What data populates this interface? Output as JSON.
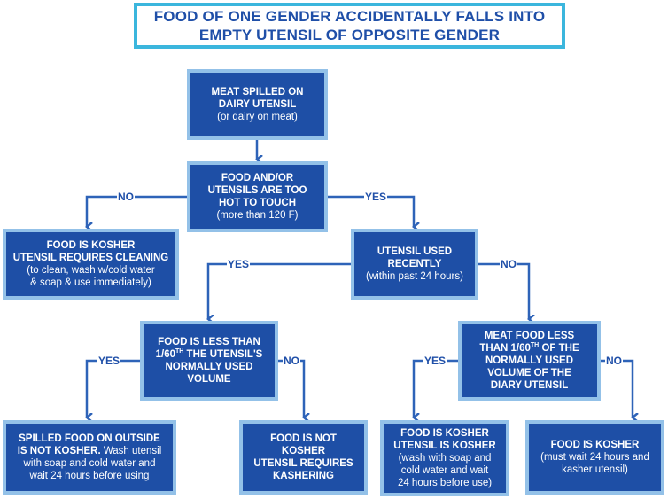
{
  "title": {
    "line1": "FOOD OF ONE GENDER ACCIDENTALLY FALLS INTO",
    "line2": "EMPTY UTENSIL OF OPPOSITE GENDER"
  },
  "nodes": {
    "start": {
      "l1": "MEAT SPILLED ON",
      "l2": "DAIRY UTENSIL",
      "l3": "(or dairy on meat)"
    },
    "hot": {
      "l1": "FOOD AND/OR",
      "l2": "UTENSILS ARE TOO",
      "l3": "HOT TO TOUCH",
      "l4": "(more than 120 F)"
    },
    "kosher_clean": {
      "l1": "FOOD IS KOSHER",
      "l2": "UTENSIL REQUIRES CLEANING",
      "l3": "(to clean, wash w/cold water",
      "l4": "& soap & use immediately)"
    },
    "recent": {
      "l1": "UTENSIL USED",
      "l2": "RECENTLY",
      "l3": "(within past 24 hours)"
    },
    "less_volume": {
      "l1": "FOOD IS LESS THAN",
      "l2a": "1/60",
      "l2sup": "TH",
      "l2b": " THE UTENSIL'S",
      "l3": "NORMALLY USED",
      "l4": "VOLUME"
    },
    "meat_less": {
      "l1": "MEAT FOOD LESS",
      "l2a": "THAN 1/60",
      "l2sup": "TH",
      "l2b": " OF THE",
      "l3": "NORMALLY USED",
      "l4": "VOLUME OF THE",
      "l5": "DIARY UTENSIL"
    },
    "outside": {
      "l1": "SPILLED FOOD ON OUTSIDE",
      "l2b": "IS NOT KOSHER.",
      "l2n": " Wash utensil",
      "l3": "with soap and cold water and",
      "l4": "wait 24 hours before using"
    },
    "kashering": {
      "l1": "FOOD IS NOT",
      "l2": "KOSHER",
      "l3": "UTENSIL REQUIRES",
      "l4": "KASHERING"
    },
    "kosher_wash": {
      "l1": "FOOD IS KOSHER",
      "l2": "UTENSIL IS KOSHER",
      "l3": "(wash with soap and",
      "l4": "cold water and wait",
      "l5": "24 hours before use)"
    },
    "kosher_wait": {
      "l1": "FOOD IS KOSHER",
      "l2": "(must wait 24 hours and",
      "l3": "kasher utensil)"
    }
  },
  "labels": {
    "hot_no": "NO",
    "hot_yes": "YES",
    "recent_yes": "YES",
    "recent_no": "NO",
    "less_yes": "YES",
    "less_no": "NO",
    "meat_yes": "YES",
    "meat_no": "NO"
  },
  "colors": {
    "node_fill": "#1e4fa6",
    "node_border": "#93c1e8",
    "title_border": "#3bb6dd",
    "line": "#2e63b8",
    "text_dark": "#1f4fa8"
  }
}
